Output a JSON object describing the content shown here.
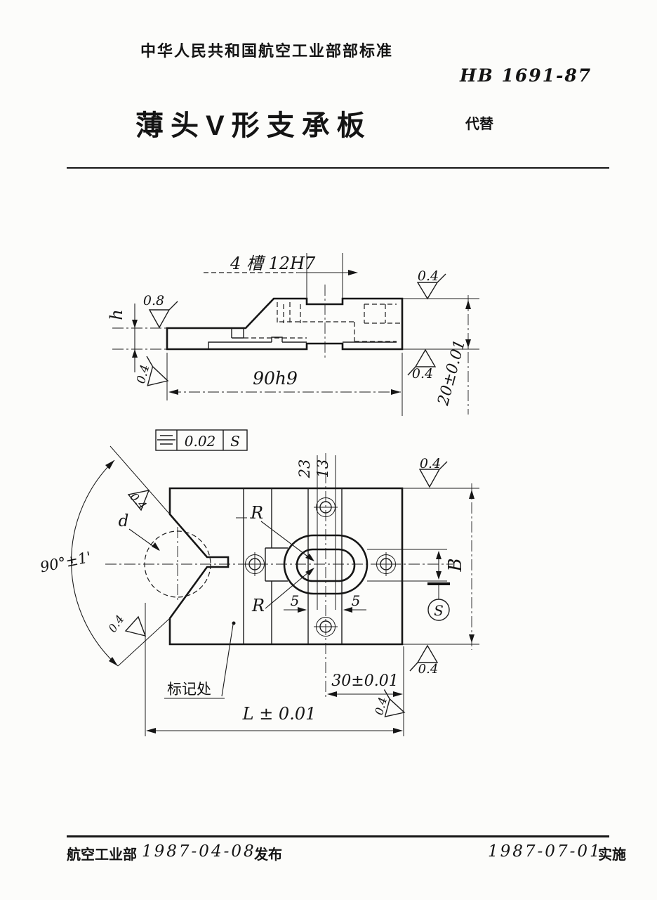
{
  "header": {
    "standard_name": "中华人民共和国航空工业部部标准",
    "doc_number": "HB 1691-87",
    "title": "薄头V形支承板",
    "supersedes_label": "代替"
  },
  "drawing": {
    "side_view": {
      "slot_label": "4 槽 12H7",
      "finish_top": "0.4",
      "finish_step": "0.8",
      "height_var": "h",
      "finish_left_end": "0.4",
      "width_dim": "90h9",
      "finish_bottom": "0.4",
      "thickness_dim": "20±0.01"
    },
    "tolerance_frame": {
      "symbol_name": "symmetry",
      "value": "0.02",
      "datum": "S"
    },
    "plan_view": {
      "offset_dim_a": "23",
      "offset_dim_b": "13",
      "finish_top": "0.4",
      "radius_label_top": "R",
      "radius_label_bottom": "R",
      "gauge_label": "d",
      "angle_dim": "90°±1'",
      "finish_v_upper": "0.4",
      "finish_v_lower": "0.4",
      "width_var": "B",
      "datum_label": "S",
      "slot_offset_left": "5",
      "slot_offset_right": "5",
      "marking_note": "标记处",
      "center_dim": "30±0.01",
      "finish_bottom": "0.4",
      "length_dim": "L ± 0.01",
      "finish_right_edge": "0.4"
    }
  },
  "footer": {
    "issuer": "航空工业部",
    "issue_date": "1987-04-08",
    "issue_label": "发布",
    "implement_date": "1987-07-01",
    "implement_label": "实施"
  }
}
